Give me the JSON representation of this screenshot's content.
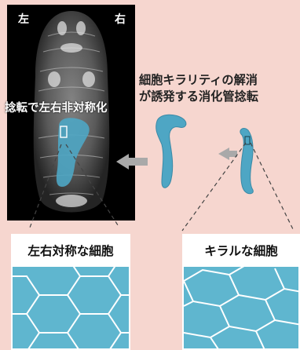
{
  "micro": {
    "left_label": "左",
    "right_label": "右"
  },
  "caption_twist": "捻転で左右非対称化",
  "title": {
    "line1": "細胞キラリティの解消",
    "line2": "が誘発する消化管捻転"
  },
  "panels": {
    "symmetric_label": "左右対称な細胞",
    "chiral_label": "キラルな細胞"
  },
  "colors": {
    "background": "#f6d6cf",
    "gut": "#4ea6c4",
    "cell_fill": "#5fb6cf",
    "cell_line": "#ffffff",
    "arrow": "#a9a9a9"
  }
}
